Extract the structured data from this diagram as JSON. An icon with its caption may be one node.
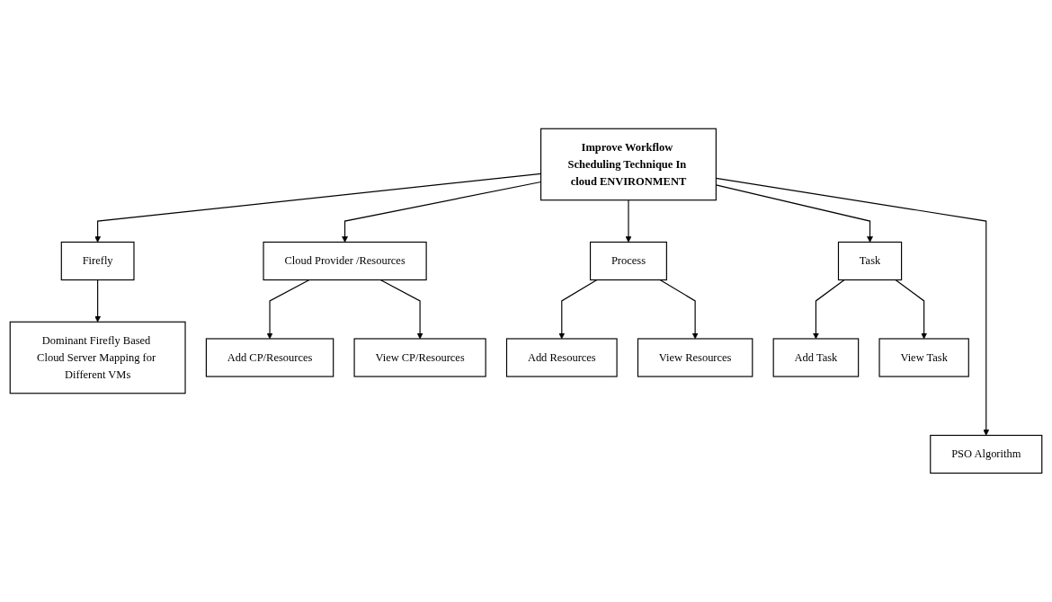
{
  "diagram": {
    "nodes": [
      {
        "text": [
          "Improve Workflow Scheduling Technique In cloud ENVIRONMENT"
        ]
      },
      {
        "text": [
          "Firefly"
        ]
      },
      {
        "text": [
          "Cloud Provider /Resources"
        ]
      },
      {
        "text": [
          "Process"
        ]
      },
      {
        "text": [
          "Task"
        ]
      },
      {
        "text": [
          "Dominant Firefly Based Cloud Server Mapping for Different VMs"
        ]
      },
      {
        "text": [
          "Add CP/Resources"
        ]
      },
      {
        "text": [
          "View CP/Resources"
        ]
      },
      {
        "text": [
          "Add Resources"
        ]
      },
      {
        "text": [
          "View Resources"
        ]
      },
      {
        "text": [
          "Add Task"
        ]
      },
      {
        "text": [
          "View Task"
        ]
      },
      {
        "text": [
          "PSO Algorithm"
        ]
      }
    ],
    "edges": [
      {
        "from": 0,
        "to": 1,
        "arrow": "to"
      },
      {
        "from": 0,
        "to": 2,
        "arrow": "to"
      },
      {
        "from": 0,
        "to": 3,
        "arrow": "to"
      },
      {
        "from": 0,
        "to": 4,
        "arrow": "to"
      },
      {
        "from": 0,
        "to": 12,
        "arrow": "to"
      },
      {
        "from": 1,
        "to": 5,
        "arrow": "to"
      },
      {
        "from": 2,
        "to": 6,
        "arrow": "to"
      },
      {
        "from": 2,
        "to": 7,
        "arrow": "to"
      },
      {
        "from": 3,
        "to": 8,
        "arrow": "to"
      },
      {
        "from": 3,
        "to": 9,
        "arrow": "to"
      },
      {
        "from": 4,
        "to": 10,
        "arrow": "to"
      },
      {
        "from": 4,
        "to": 11,
        "arrow": "to"
      }
    ]
  }
}
